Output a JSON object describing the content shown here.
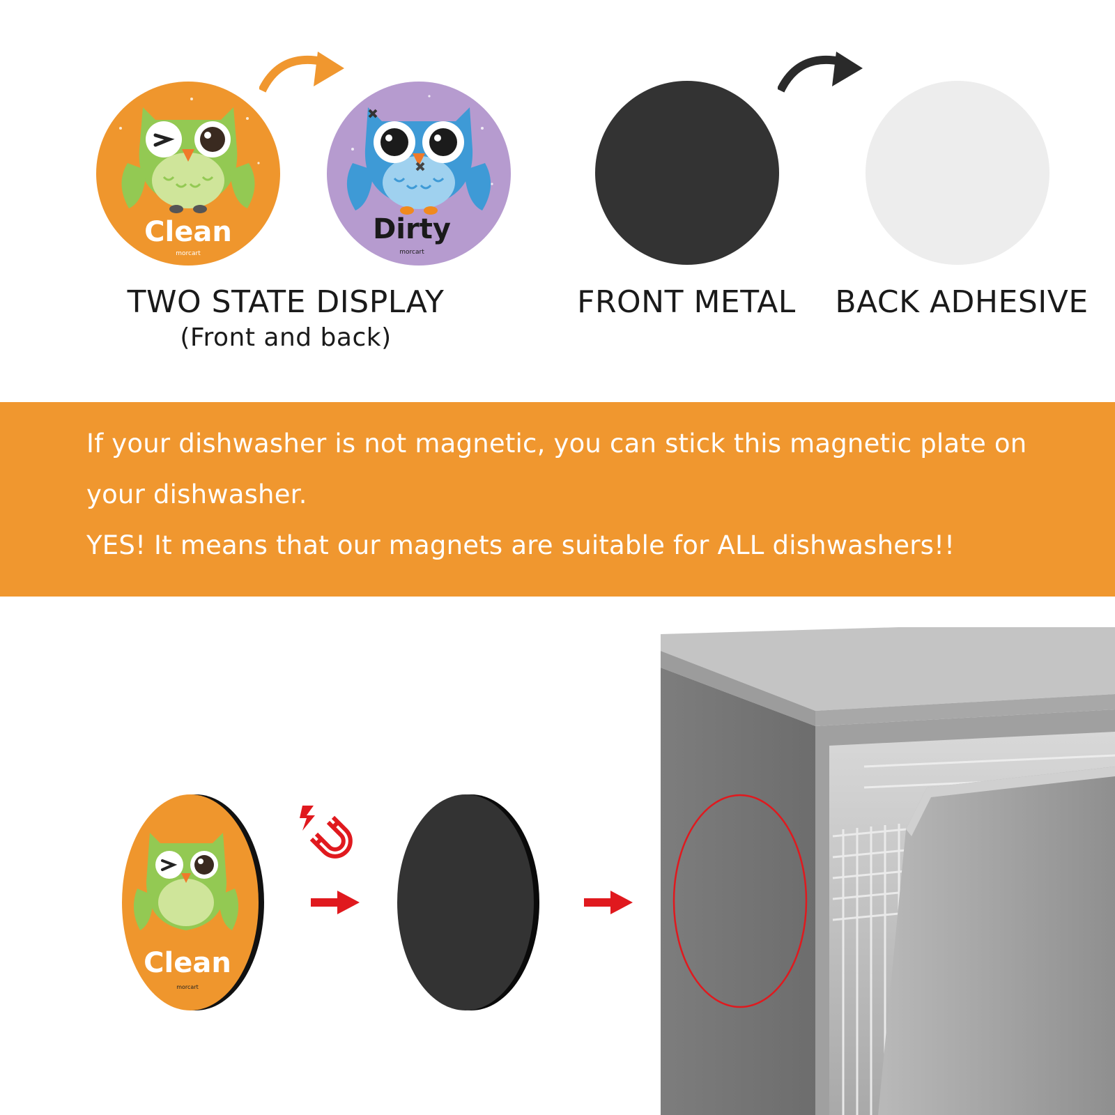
{
  "colors": {
    "accent_orange": "#f0972f",
    "clean_badge_bg": "#ef962d",
    "dirty_badge_bg": "#b69bcf",
    "metal_disc": "#333333",
    "adhesive_disc": "#ededed",
    "arrow_red": "#e0191e",
    "highlight_circle": "#e0191e",
    "dishwasher_steel": "#8a8a8a"
  },
  "badges": {
    "clean": {
      "label": "Clean",
      "brand": "morcart",
      "icon": "green-owl-winking"
    },
    "dirty": {
      "label": "Dirty",
      "brand": "morcart",
      "icon": "blue-owl-patched"
    }
  },
  "captions": {
    "two_state": "TWO STATE DISPLAY",
    "two_state_sub": "(Front and back)",
    "front_metal": "FRONT METAL",
    "back_adhesive": "BACK ADHESIVE"
  },
  "banner": {
    "line1": "If your dishwasher is not magnetic, you can stick this magnetic plate on",
    "line2": "your dishwasher.",
    "line3": "YES! It means that our magnets are suitable for ALL dishwashers!!"
  },
  "icons": {
    "flip_arrow_orange": "curved-arrow-icon",
    "flip_arrow_black": "curved-arrow-icon",
    "magnet": "magnet-icon",
    "step_arrow": "right-arrow-icon"
  }
}
